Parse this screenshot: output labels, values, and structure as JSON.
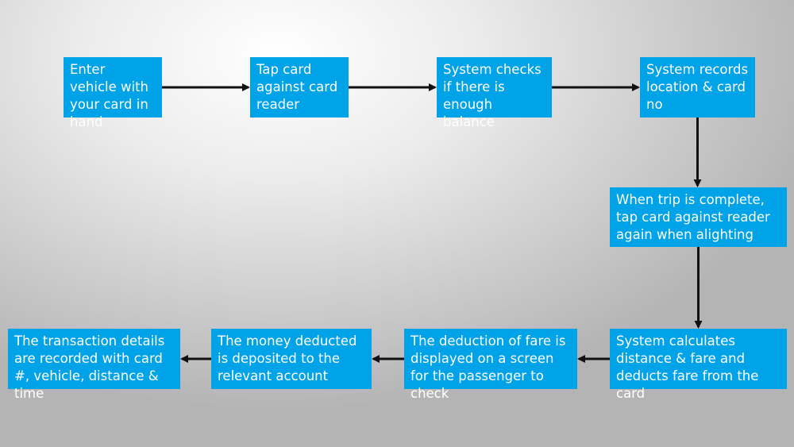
{
  "diagram": {
    "accent_color": "#00a2e8",
    "arrow_color": "#111111",
    "steps": [
      {
        "id": "s1",
        "text": "Enter vehicle with your card in hand"
      },
      {
        "id": "s2",
        "text": "Tap card against card reader"
      },
      {
        "id": "s3",
        "text": "System checks if there is enough balance"
      },
      {
        "id": "s4",
        "text": "System records location & card no"
      },
      {
        "id": "s5",
        "text": "When trip is complete, tap card against reader again when alighting"
      },
      {
        "id": "s6",
        "text": "System calculates distance & fare and deducts fare from the card"
      },
      {
        "id": "s7",
        "text": "The deduction of fare is displayed on a screen for the passenger to check"
      },
      {
        "id": "s8",
        "text": "The money deducted is deposited to the relevant account"
      },
      {
        "id": "s9",
        "text": "The transaction details are recorded with card #, vehicle, distance & time"
      }
    ],
    "connections": [
      {
        "from": "s1",
        "to": "s2"
      },
      {
        "from": "s2",
        "to": "s3"
      },
      {
        "from": "s3",
        "to": "s4"
      },
      {
        "from": "s4",
        "to": "s5"
      },
      {
        "from": "s5",
        "to": "s6"
      },
      {
        "from": "s6",
        "to": "s7"
      },
      {
        "from": "s7",
        "to": "s8"
      },
      {
        "from": "s8",
        "to": "s9"
      }
    ]
  }
}
